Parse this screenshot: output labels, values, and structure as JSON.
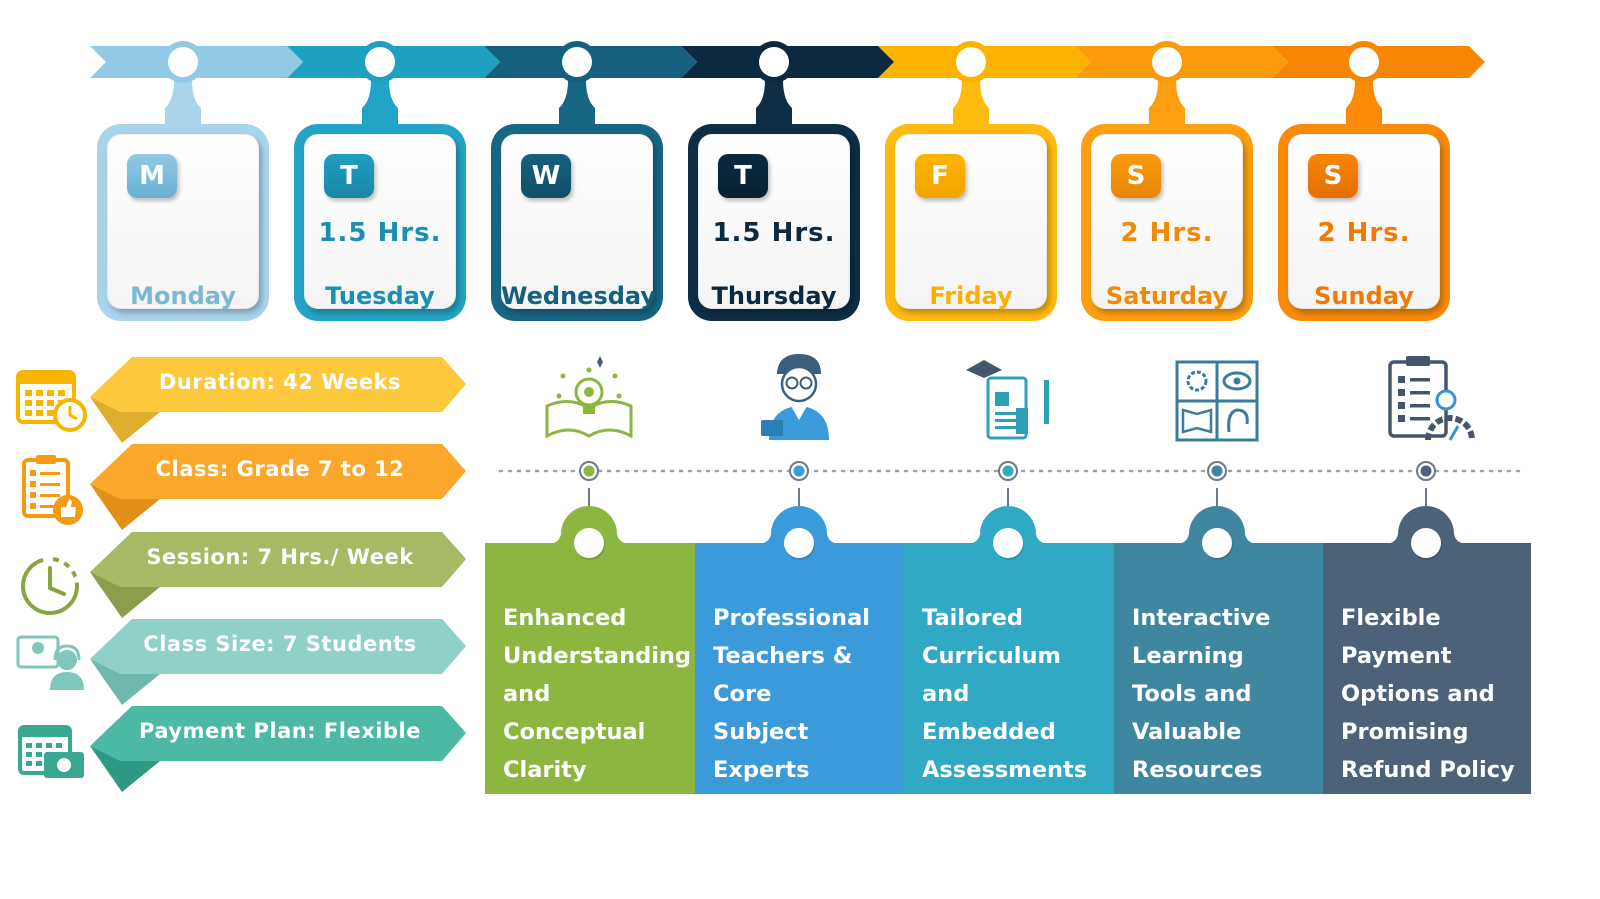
{
  "timeline": {
    "days": [
      {
        "letter": "M",
        "name": "Monday",
        "hours": "",
        "color": "#91c9e6",
        "dark": "#6aafd3",
        "text": "#7ab8d8",
        "border": "#a9d5ec"
      },
      {
        "letter": "T",
        "name": "Tuesday",
        "hours": "1.5 Hrs.",
        "color": "#1f9fc1",
        "dark": "#1a86a6",
        "text": "#1a8fb2",
        "border": "#23a4c6"
      },
      {
        "letter": "W",
        "name": "Wednesday",
        "hours": "",
        "color": "#15607e",
        "dark": "#114f69",
        "text": "#15607e",
        "border": "#176683"
      },
      {
        "letter": "T",
        "name": "Thursday",
        "hours": "1.5 Hrs.",
        "color": "#0b2a3f",
        "dark": "#081f30",
        "text": "#0b2a3f",
        "border": "#0d2e44"
      },
      {
        "letter": "F",
        "name": "Friday",
        "hours": "",
        "color": "#ffb300",
        "dark": "#f0a400",
        "text": "#ffad00",
        "border": "#ffba0f"
      },
      {
        "letter": "S",
        "name": "Saturday",
        "hours": "2 Hrs.",
        "color": "#fb9a0c",
        "dark": "#e8860a",
        "text": "#f08a08",
        "border": "#fd9f10"
      },
      {
        "letter": "S",
        "name": "Sunday",
        "hours": "2 Hrs.",
        "color": "#f98505",
        "dark": "#e46f04",
        "text": "#f07a06",
        "border": "#fa8a08"
      }
    ]
  },
  "info": [
    {
      "label": "Duration: 42 Weeks",
      "icon": "calendar-clock-icon",
      "color": "#fdc83c",
      "dark": "#e0ae2e",
      "iconColor": "#f7b500"
    },
    {
      "label": "Class: Grade 7 to 12",
      "icon": "checklist-thumbs-up-icon",
      "color": "#faa82b",
      "dark": "#e08f19",
      "iconColor": "#f59a11"
    },
    {
      "label": "Session: 7 Hrs./ Week",
      "icon": "clock-icon",
      "color": "#a6b964",
      "dark": "#8b9e4b",
      "iconColor": "#8ba443"
    },
    {
      "label": "Class Size: 7 Students",
      "icon": "video-call-icon",
      "color": "#8fd1c6",
      "dark": "#6fb8ab",
      "iconColor": "#80c6ba"
    },
    {
      "label": "Payment Plan: Flexible",
      "icon": "calendar-money-icon",
      "color": "#4cb9a4",
      "dark": "#2f9984",
      "iconColor": "#3aa891"
    }
  ],
  "features": [
    {
      "lines": [
        "Enhanced",
        "Understanding",
        "and",
        "Conceptual",
        "Clarity"
      ],
      "icon": "idea-book-icon",
      "color": "#8db640",
      "iconColor": "#8db640",
      "dot": "#8db640"
    },
    {
      "lines": [
        "Professional",
        "Teachers &",
        "Core",
        "Subject",
        "Experts"
      ],
      "icon": "teacher-icon",
      "color": "#3b9ad9",
      "iconColor": "#3b9ad9",
      "dot": "#3b9ad9"
    },
    {
      "lines": [
        "Tailored",
        "Curriculum",
        "and",
        "Embedded",
        "Assessments"
      ],
      "icon": "curriculum-document-icon",
      "color": "#32a9c4",
      "iconColor": "#2f9fb8",
      "dot": "#32a9c4"
    },
    {
      "lines": [
        "Interactive",
        "Learning",
        "Tools and",
        "Valuable",
        "Resources"
      ],
      "icon": "learning-tools-icon",
      "color": "#3f86a1",
      "iconColor": "#3a7d98",
      "dot": "#3f86a1"
    },
    {
      "lines": [
        "Flexible",
        "Payment",
        "Options and",
        "Promising",
        "Refund Policy"
      ],
      "icon": "clipboard-gauge-icon",
      "color": "#4d6179",
      "iconColor": "#44566c",
      "dot": "#4d6179"
    }
  ]
}
